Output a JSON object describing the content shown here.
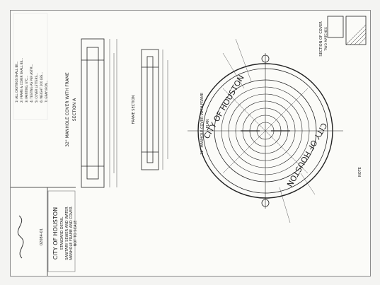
{
  "drawing": {
    "title_block": {
      "city": "CITY OF HOUSTON",
      "subtitle": "STANDARD DETAIL",
      "line1": "SANITARY SEWER AND WATER",
      "line2": "MANHOLE FRAME AND COVER",
      "line3": "NOT TO SCALE",
      "dwg_no": "02084-01",
      "signature": "signature"
    },
    "labels": {
      "section_a": "SECTION A",
      "manhole_cover_with_frame": "32\" MANHOLE COVER WITH FRAME",
      "frame_section": "FRAME SECTION",
      "plan_title": "32\" MANHOLE COVER WITH FRAME",
      "plan_label": "PLAN",
      "section_of_cover": "SECTION OF COVER",
      "two_matches": "TWO MATCHES",
      "note": "NOTE",
      "cover_text_1": "CITY OF HOUSTON",
      "cover_text_2": "CITY OF HOUSTON"
    },
    "notes": [
      "1) ALL CASTINGS SHALL BE...",
      "2) FRAME & COVER SHALL BE...",
      "3) PAINTING, ETC...",
      "4) TESTING AS PER ASTM...",
      "5) COVER LETTERS...",
      "6) WEIGHT 200 LBS...",
      "7) GRAY IRON..."
    ]
  },
  "colors": {
    "ink": "#1e1e1e",
    "paper": "#fbfbf8"
  }
}
